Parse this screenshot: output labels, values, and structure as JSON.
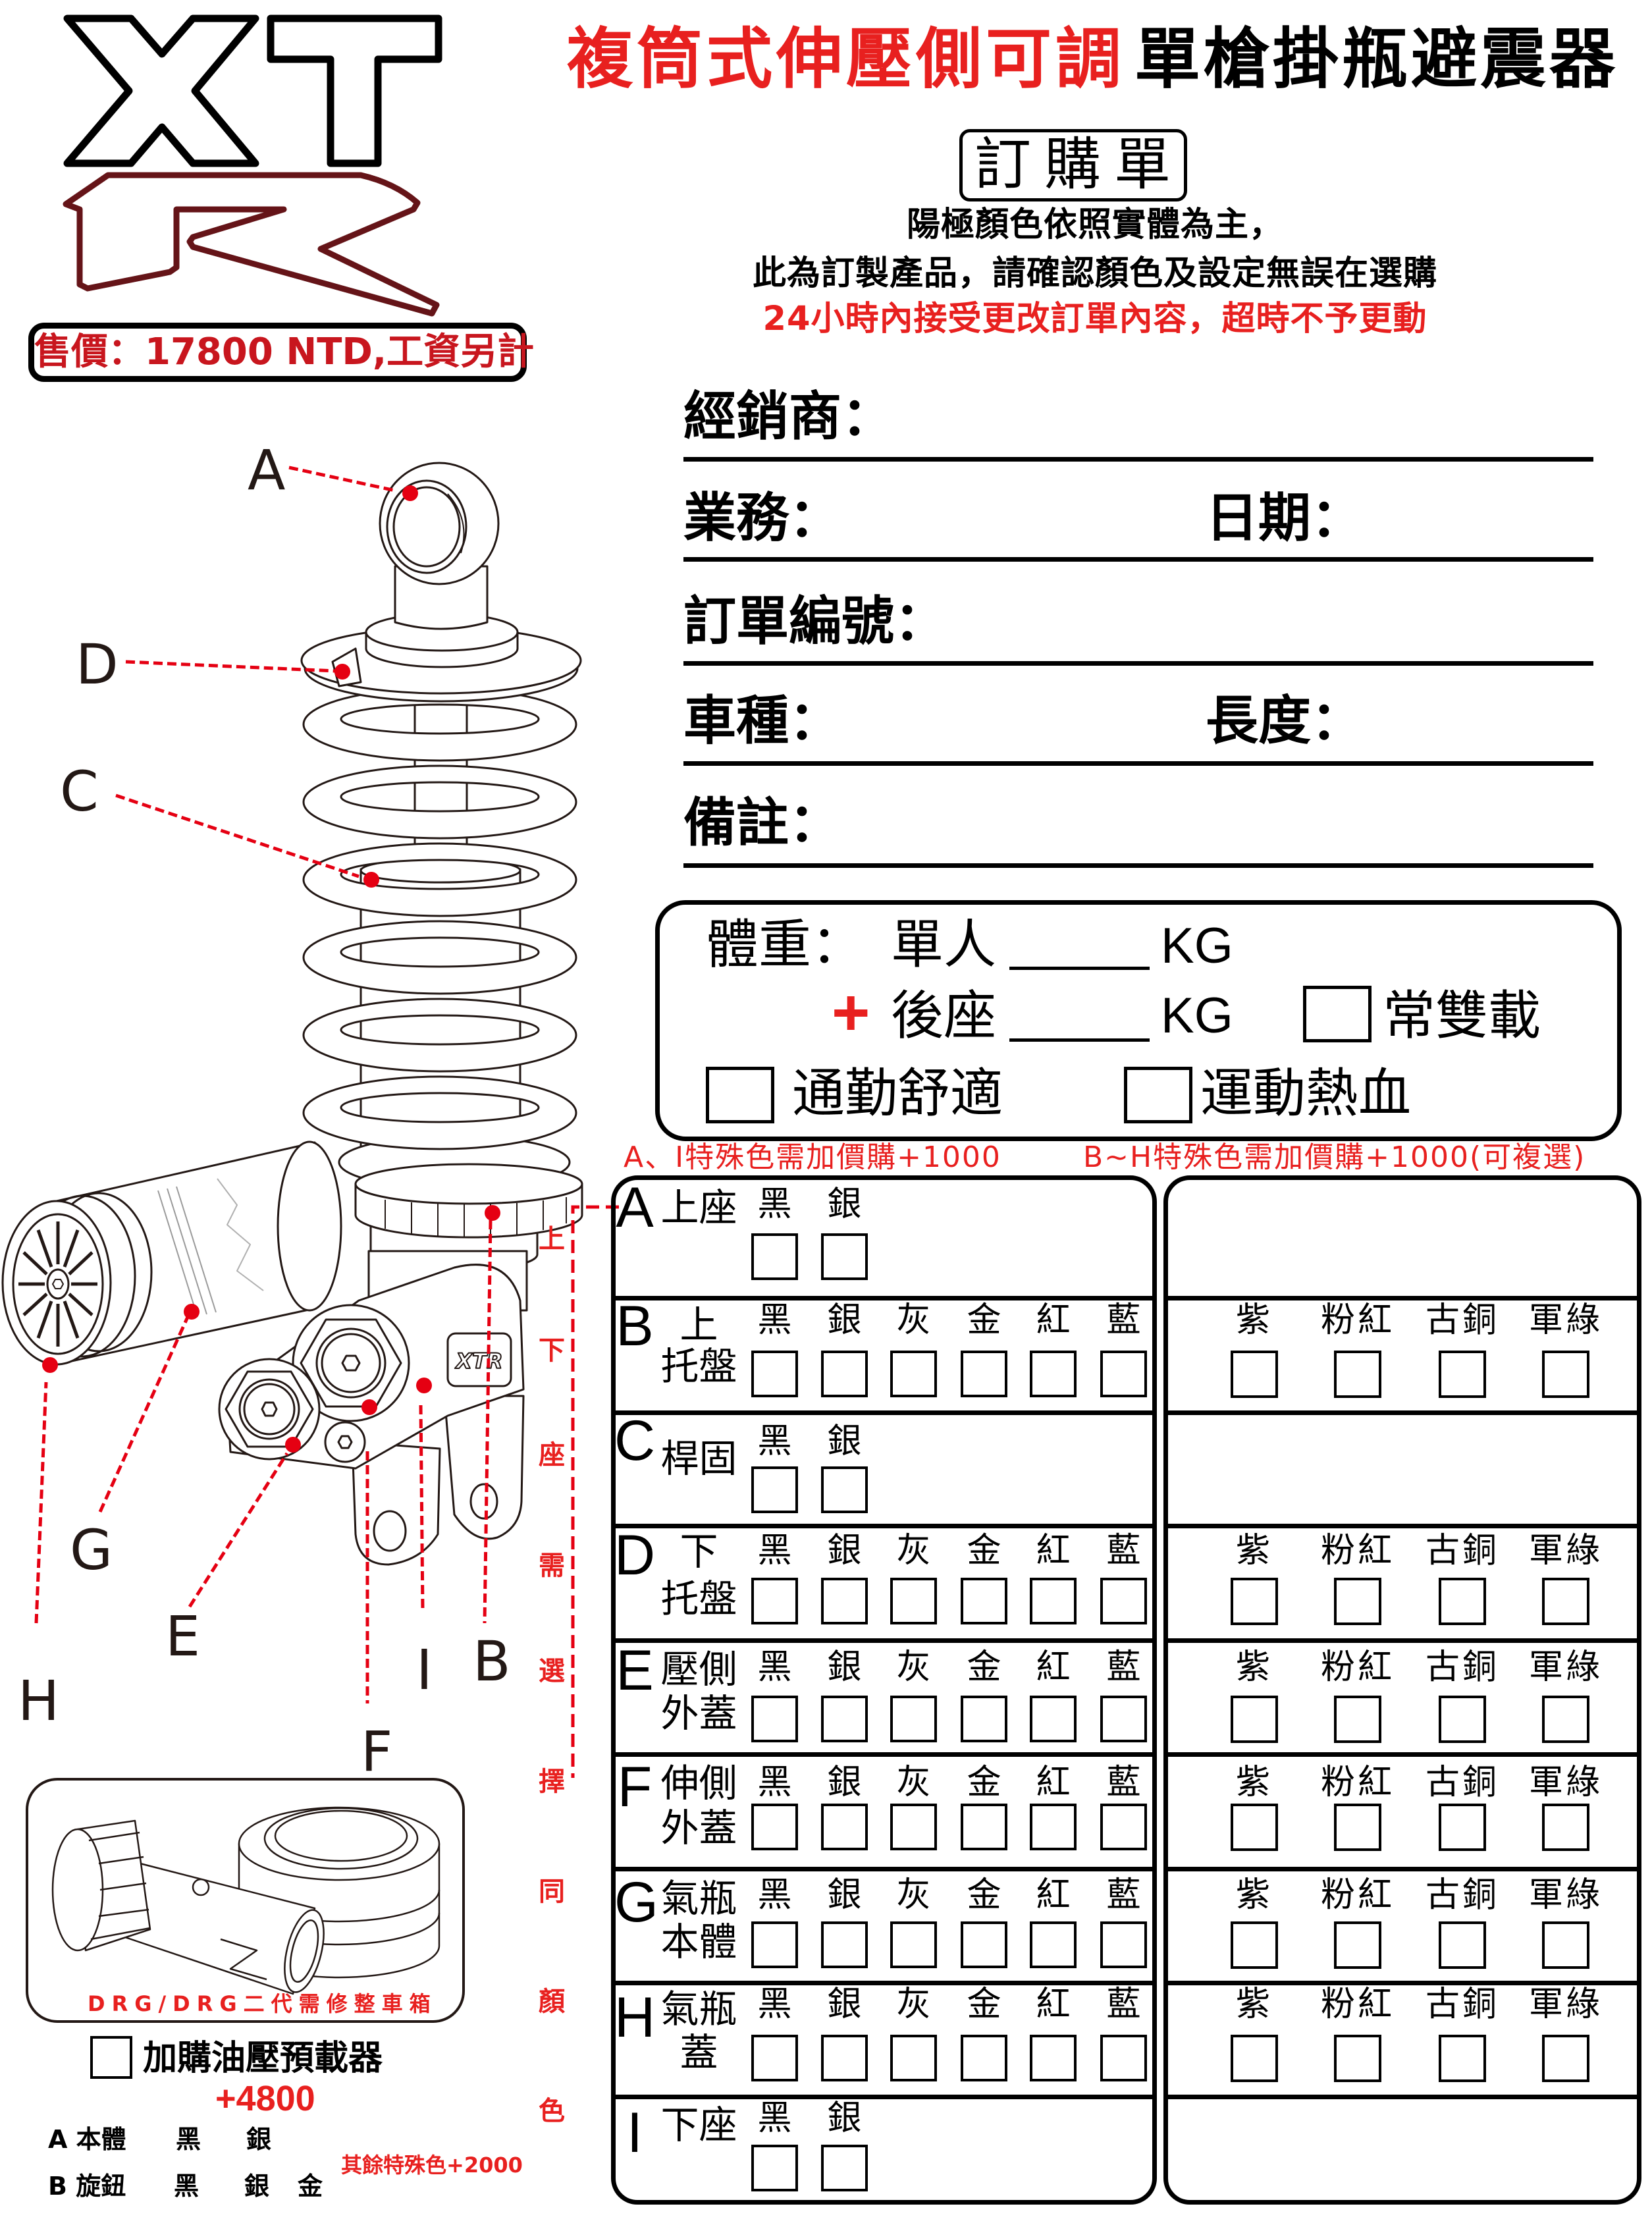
{
  "logo": {
    "brand": "XTR",
    "price": "售價：17800 NTD,工資另計"
  },
  "header": {
    "title_red": "複筒式伸壓側可調",
    "title_black": "單槍掛瓶避震器",
    "badge": "訂購單",
    "notice_1": "陽極顏色依照實體為主，",
    "notice_2": "此為訂製產品，請確認顏色及設定無誤在選購",
    "notice_3": "24小時內接受更改訂單內容，超時不予更動"
  },
  "form": {
    "dealer": {
      "label": "經銷商：",
      "value": ""
    },
    "sales": {
      "label": "業務：",
      "value": ""
    },
    "date": {
      "label": "日期：",
      "value": ""
    },
    "order_no": {
      "label": "訂單編號：",
      "value": ""
    },
    "vehicle": {
      "label": "車種：",
      "value": ""
    },
    "length": {
      "label": "長度：",
      "value": ""
    },
    "remarks": {
      "label": "備註：",
      "value": ""
    }
  },
  "weight": {
    "label": "體重：",
    "rider_label": "單人",
    "rider_value": "",
    "plus": "+",
    "passenger_label": "後座",
    "passenger_value": "",
    "unit": "KG",
    "options": [
      {
        "label": "常雙載",
        "checked": false
      },
      {
        "label": "通勤舒適",
        "checked": false
      },
      {
        "label": "運動熱血",
        "checked": false
      }
    ]
  },
  "color_notes": {
    "standard": "A、I特殊色需加價購+1000",
    "special": "B~H特殊色需加價購+1000(可複選)"
  },
  "same_color_note": [
    "上",
    "下",
    "座",
    "需",
    "選",
    "擇",
    "同",
    "顏",
    "色"
  ],
  "parts": [
    {
      "letter": "A",
      "name_1": "上座",
      "name_2": "",
      "colors": [
        "黑",
        "銀"
      ],
      "special_colors": []
    },
    {
      "letter": "B",
      "name_1": "上",
      "name_2": "托盤",
      "colors": [
        "黑",
        "銀",
        "灰",
        "金",
        "紅",
        "藍"
      ],
      "special_colors": [
        "紫",
        "粉紅",
        "古銅",
        "軍綠"
      ]
    },
    {
      "letter": "C",
      "name_1": "桿固",
      "name_2": "",
      "colors": [
        "黑",
        "銀"
      ],
      "special_colors": []
    },
    {
      "letter": "D",
      "name_1": "下",
      "name_2": "托盤",
      "colors": [
        "黑",
        "銀",
        "灰",
        "金",
        "紅",
        "藍"
      ],
      "special_colors": [
        "紫",
        "粉紅",
        "古銅",
        "軍綠"
      ]
    },
    {
      "letter": "E",
      "name_1": "壓側",
      "name_2": "外蓋",
      "colors": [
        "黑",
        "銀",
        "灰",
        "金",
        "紅",
        "藍"
      ],
      "special_colors": [
        "紫",
        "粉紅",
        "古銅",
        "軍綠"
      ]
    },
    {
      "letter": "F",
      "name_1": "伸側",
      "name_2": "外蓋",
      "colors": [
        "黑",
        "銀",
        "灰",
        "金",
        "紅",
        "藍"
      ],
      "special_colors": [
        "紫",
        "粉紅",
        "古銅",
        "軍綠"
      ]
    },
    {
      "letter": "G",
      "name_1": "氣瓶",
      "name_2": "本體",
      "colors": [
        "黑",
        "銀",
        "灰",
        "金",
        "紅",
        "藍"
      ],
      "special_colors": [
        "紫",
        "粉紅",
        "古銅",
        "軍綠"
      ]
    },
    {
      "letter": "H",
      "name_1": "氣瓶",
      "name_2": "蓋",
      "colors": [
        "黑",
        "銀",
        "灰",
        "金",
        "紅",
        "藍"
      ],
      "special_colors": [
        "紫",
        "粉紅",
        "古銅",
        "軍綠"
      ]
    },
    {
      "letter": "I",
      "name_1": "下座",
      "name_2": "",
      "colors": [
        "黑",
        "銀"
      ],
      "special_colors": []
    }
  ],
  "diagram": {
    "labels": [
      "A",
      "B",
      "C",
      "D",
      "E",
      "F",
      "G",
      "H",
      "I"
    ],
    "plate_text": "XTR"
  },
  "addon": {
    "caption": "DRG/DRG二代需修整車箱",
    "label": "加購油壓預載器",
    "checked": false,
    "price": "+4800",
    "rows": [
      {
        "part": "A 本體",
        "colors": [
          "黑",
          "銀"
        ]
      },
      {
        "part": "B 旋鈕",
        "colors": [
          "黑",
          "銀",
          "金"
        ]
      }
    ],
    "note": "其餘特殊色+2000"
  },
  "palette": {
    "accent_red": "#e8201f",
    "price_red": "#c8161e",
    "logo_dark_red": "#651418",
    "ink": "#000000"
  }
}
